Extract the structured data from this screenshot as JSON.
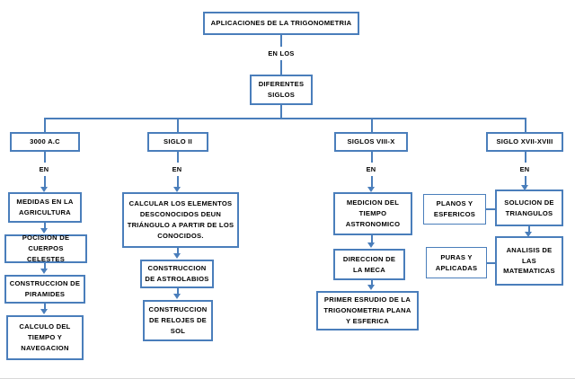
{
  "diagram": {
    "title": "APLICACIONES DE LA TRIGONOMETRIA",
    "accent_color": "#4a7ebb",
    "background_color": "#ffffff",
    "text_color": "#000000",
    "root": "APLICACIONES DE LA TRIGONOMETRIA",
    "connector_labels": {
      "root_to_siglos": "EN LOS",
      "branch1": "EN",
      "branch2": "EN",
      "branch3": "EN",
      "branch4": "EN"
    },
    "hub": "DIFERENTES\nSIGLOS",
    "periods": [
      "3000 A.C",
      "SIGLO II",
      "SIGLOS VIII-X",
      "SIGLO XVII-XVIII"
    ],
    "column1": [
      "MEDIDAS EN LA\nAGRICULTURA",
      "POCISION DE\nCUERPOS CELESTES",
      "CONSTRUCCION DE\nPIRAMIDES",
      "CALCULO DEL\nTIEMPO Y\nNAVEGACION"
    ],
    "column2": [
      "CALCULAR LOS ELEMENTOS\nDESCONOCIDOS DEUN\nTRIÁNGULO A PARTIR DE LOS\nCONOCIDOS.",
      "CONSTRUCCION\nDE ASTROLABIOS",
      "CONSTRUCCION\nDE RELOJES DE\nSOL"
    ],
    "column3": [
      "MEDICION DEL\nTIEMPO\nASTRONOMICO",
      "DIRECCION DE\nLA MECA",
      "PRIMER ESRUDIO DE LA\nTRIGONOMETRIA PLANA\nY ESFERICA"
    ],
    "column4": [
      "SOLUCION DE\nTRIANGULOS",
      "ANALISIS DE\nLAS\nMATEMATICAS"
    ],
    "column4_side": [
      "PLANOS Y\nESFERICOS",
      "PURAS Y\nAPLICADAS"
    ]
  }
}
